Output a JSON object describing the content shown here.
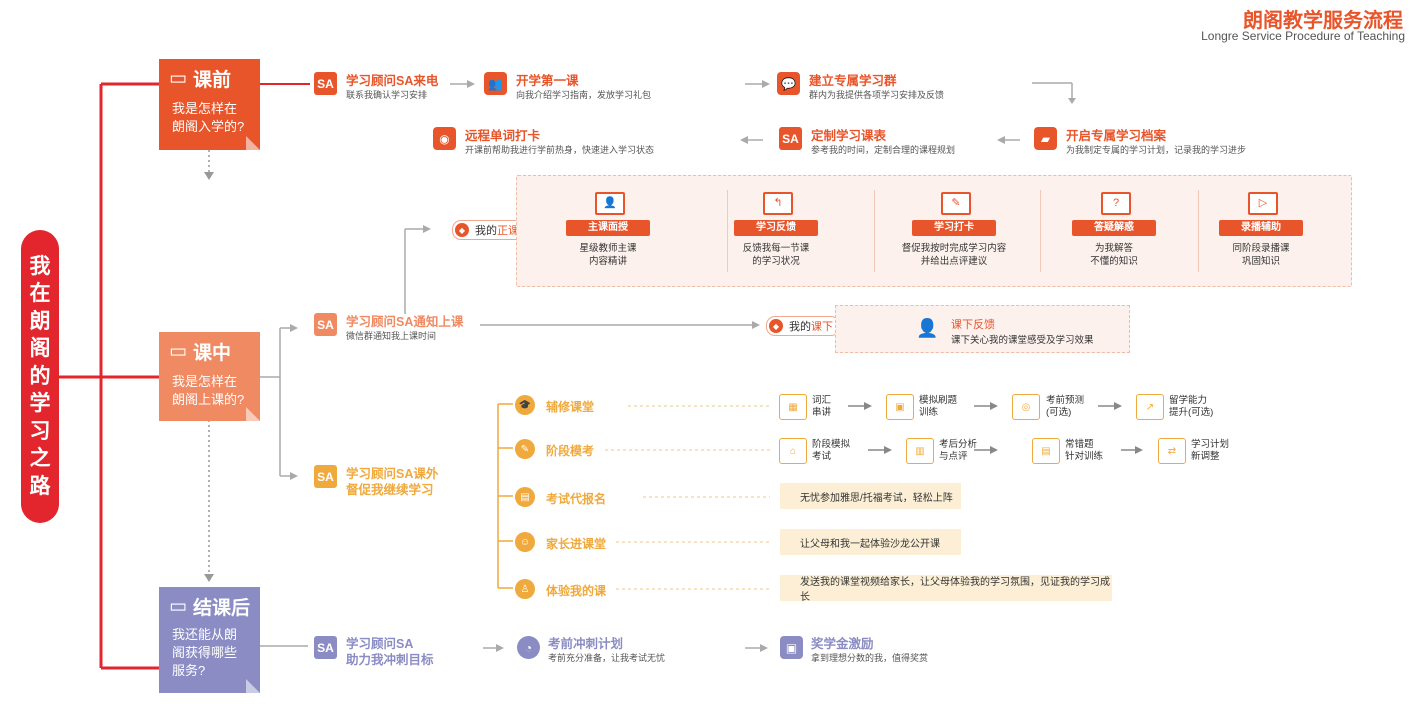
{
  "header": {
    "title_cn": "朗阁教学服务流程",
    "title_en": "Longre Service Procedure of Teaching"
  },
  "colors": {
    "orange": "#e8552b",
    "salmon": "#f08a63",
    "yellow": "#f0a93c",
    "purple": "#8a8cc3",
    "red": "#e3262d"
  },
  "path_label": [
    "我",
    "在",
    "朗",
    "阁",
    "的",
    "学",
    "习",
    "之",
    "路"
  ],
  "stages": {
    "before": {
      "title": "课前",
      "subtitle_lines": [
        "我是怎样在",
        "朗阁入学的?"
      ]
    },
    "during": {
      "title": "课中",
      "subtitle_lines": [
        "我是怎样在",
        "朗阁上课的?"
      ]
    },
    "after": {
      "title": "结课后",
      "subtitle_lines": [
        "我还能从朗",
        "阁获得哪些",
        "服务?"
      ]
    }
  },
  "before_steps": [
    {
      "icon": "SA",
      "title": "学习顾问SA来电",
      "desc": "联系我确认学习安排"
    },
    {
      "icon": "people-icon",
      "title": "开学第一课",
      "desc": "向我介绍学习指南，发放学习礼包"
    },
    {
      "icon": "chat-icon",
      "title": "建立专属学习群",
      "desc": "群内为我提供各项学习安排及反馈"
    },
    {
      "icon": "folder-icon",
      "title": "开启专属学习档案",
      "desc": "为我制定专属的学习计划，记录我的学习进步"
    },
    {
      "icon": "SA",
      "title": "定制学习课表",
      "desc": "参考我的时间，定制合理的课程规划"
    },
    {
      "icon": "pin-icon",
      "title": "远程单词打卡",
      "desc": "开课前帮助我进行学前热身，快速进入学习状态"
    }
  ],
  "during": {
    "sa_notify": {
      "title": "学习顾问SA通知上课",
      "desc": "微信群通知我上课时间"
    },
    "main_class": {
      "label_prefix": "我的",
      "label_highlight": "正课"
    },
    "after_class": {
      "label_prefix": "我的",
      "label_highlight": "课下"
    },
    "main_items": [
      {
        "tag": "主课面授",
        "line1": "星级教师主课",
        "line2": "内容精讲"
      },
      {
        "tag": "学习反馈",
        "line1": "反馈我每一节课",
        "line2": "的学习状况"
      },
      {
        "tag": "学习打卡",
        "line1": "督促我按时完成学习内容",
        "line2": "并给出点评建议"
      },
      {
        "tag": "答疑解惑",
        "line1": "为我解答",
        "line2": "不懂的知识"
      },
      {
        "tag": "录播辅助",
        "line1": "同阶段录播课",
        "line2": "巩固知识"
      }
    ],
    "feedback": {
      "title": "课下反馈",
      "desc": "课下关心我的课堂感受及学习效果"
    },
    "sa_extra": {
      "title_lines": [
        "学习顾问SA课外",
        "督促我继续学习"
      ]
    },
    "extras": [
      {
        "label": "辅修课堂",
        "steps": [
          [
            "词汇",
            "串讲"
          ],
          [
            "模拟刷题",
            "训练"
          ],
          [
            "考前预测",
            "(可选)"
          ],
          [
            "留学能力",
            "提升(可选)"
          ]
        ]
      },
      {
        "label": "阶段模考",
        "steps": [
          [
            "阶段模拟",
            "考试"
          ],
          [
            "考后分析",
            "与点评"
          ],
          [
            "常错题",
            "针对训练"
          ],
          [
            "学习计划",
            "新调整"
          ]
        ]
      },
      {
        "label": "考试代报名",
        "note": "无忧参加雅思/托福考试，轻松上阵"
      },
      {
        "label": "家长进课堂",
        "note": "让父母和我一起体验沙龙公开课"
      },
      {
        "label": "体验我的课",
        "note": "发送我的课堂视频给家长，让父母体验我的学习氛围，见证我的学习成长"
      }
    ]
  },
  "after_steps": [
    {
      "icon": "SA",
      "title_lines": [
        "学习顾问SA",
        "助力我冲刺目标"
      ]
    },
    {
      "icon": "gauge-icon",
      "title": "考前冲刺计划",
      "desc": "考前充分准备，让我考试无忧"
    },
    {
      "icon": "gift-icon",
      "title": "奖学金激励",
      "desc": "拿到理想分数的我，值得奖赏"
    }
  ]
}
